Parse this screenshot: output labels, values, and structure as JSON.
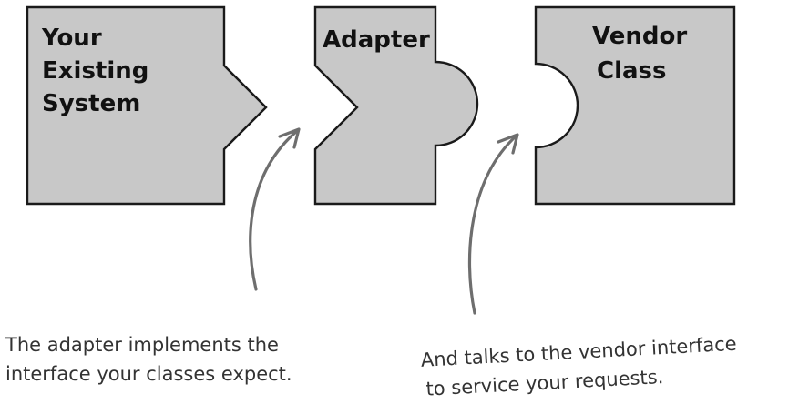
{
  "pieces": {
    "existing_system": {
      "lines": [
        "Your",
        "Existing",
        "System"
      ]
    },
    "adapter": {
      "lines": [
        "Adapter"
      ]
    },
    "vendor_class": {
      "lines": [
        "Vendor",
        "Class"
      ]
    }
  },
  "annotations": {
    "left": {
      "lines": [
        "The adapter implements the",
        "interface your classes expect."
      ]
    },
    "right": {
      "lines": [
        "And talks to the vendor interface",
        "to service your requests."
      ]
    }
  },
  "colors": {
    "piece_fill": "#c8c8c8",
    "outline": "#1a1a1a",
    "arrow": "#6e6e6e",
    "note_text": "#333333"
  }
}
